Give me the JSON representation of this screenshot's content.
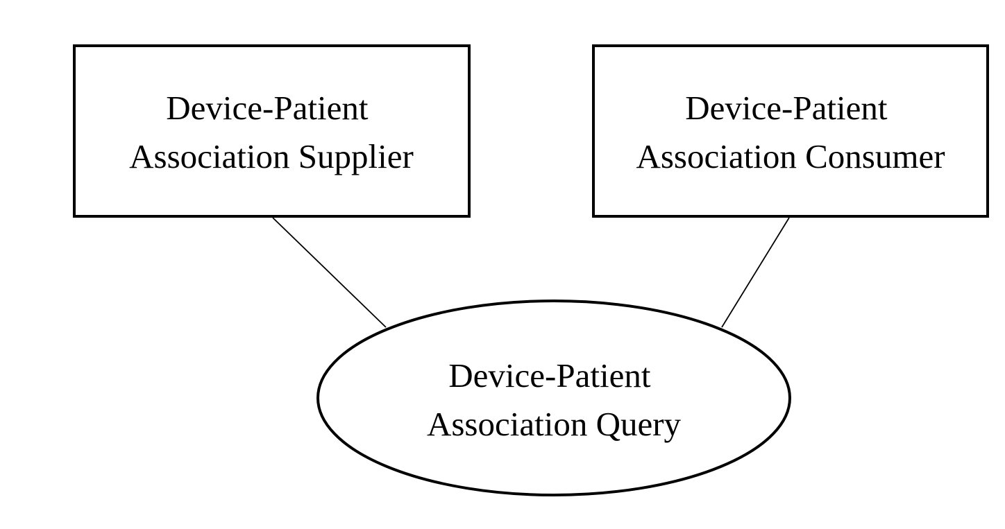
{
  "diagram": {
    "supplier": {
      "line1": "Device-Patient",
      "line2": "Association Supplier"
    },
    "consumer": {
      "line1": "Device-Patient",
      "line2": "Association Consumer"
    },
    "query": {
      "line1": "Device-Patient",
      "line2": "Association Query"
    }
  }
}
